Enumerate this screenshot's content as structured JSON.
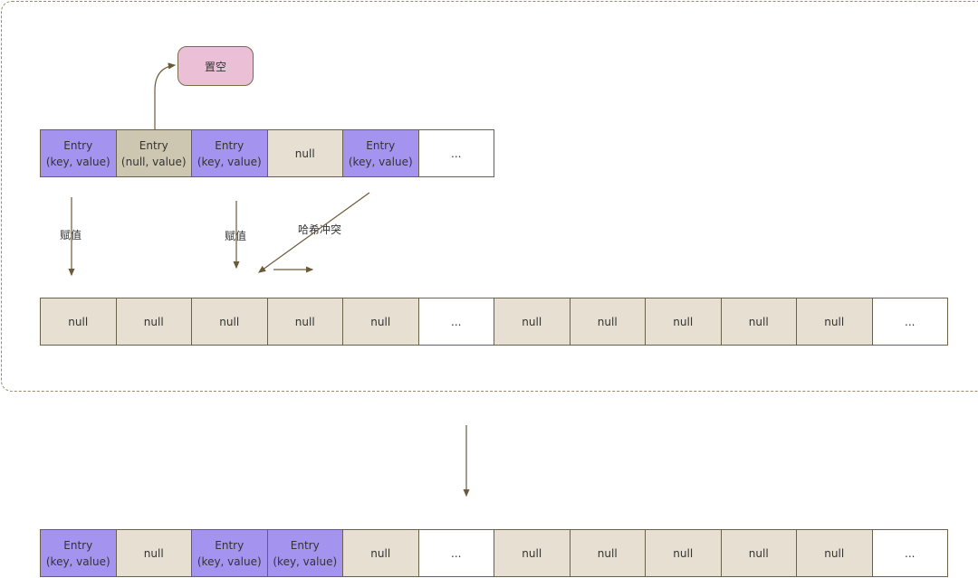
{
  "top_row": [
    {
      "kind": "entry",
      "text": "Entry\n(key, value)"
    },
    {
      "kind": "tomb",
      "text": "Entry\n(null, value)"
    },
    {
      "kind": "entry",
      "text": "Entry\n(key, value)"
    },
    {
      "kind": "null",
      "text": "null"
    },
    {
      "kind": "entry",
      "text": "Entry\n(key, value)"
    },
    {
      "kind": "more",
      "text": "..."
    }
  ],
  "middle_row": [
    {
      "kind": "null",
      "text": "null"
    },
    {
      "kind": "null",
      "text": "null"
    },
    {
      "kind": "null",
      "text": "null"
    },
    {
      "kind": "null",
      "text": "null"
    },
    {
      "kind": "null",
      "text": "null"
    },
    {
      "kind": "more",
      "text": "..."
    },
    {
      "kind": "null",
      "text": "null"
    },
    {
      "kind": "null",
      "text": "null"
    },
    {
      "kind": "null",
      "text": "null"
    },
    {
      "kind": "null",
      "text": "null"
    },
    {
      "kind": "null",
      "text": "null"
    },
    {
      "kind": "more",
      "text": "..."
    }
  ],
  "bottom_row": [
    {
      "kind": "entry",
      "text": "Entry\n(key, value)"
    },
    {
      "kind": "null",
      "text": "null"
    },
    {
      "kind": "entry",
      "text": "Entry\n(key, value)"
    },
    {
      "kind": "entry",
      "text": "Entry\n(key, value)"
    },
    {
      "kind": "null",
      "text": "null"
    },
    {
      "kind": "more",
      "text": "..."
    },
    {
      "kind": "null",
      "text": "null"
    },
    {
      "kind": "null",
      "text": "null"
    },
    {
      "kind": "null",
      "text": "null"
    },
    {
      "kind": "null",
      "text": "null"
    },
    {
      "kind": "null",
      "text": "null"
    },
    {
      "kind": "more",
      "text": "..."
    }
  ],
  "labels": {
    "reset": "置空",
    "assign_1": "赋值",
    "assign_2": "赋值",
    "hash_collision": "哈希冲突"
  },
  "colors": {
    "entry": "#a593f0",
    "null": "#e6dfd2",
    "tomb": "#cdc7b1",
    "reset_box": "#ebc0d6",
    "arrow": "#6b5a3a"
  }
}
